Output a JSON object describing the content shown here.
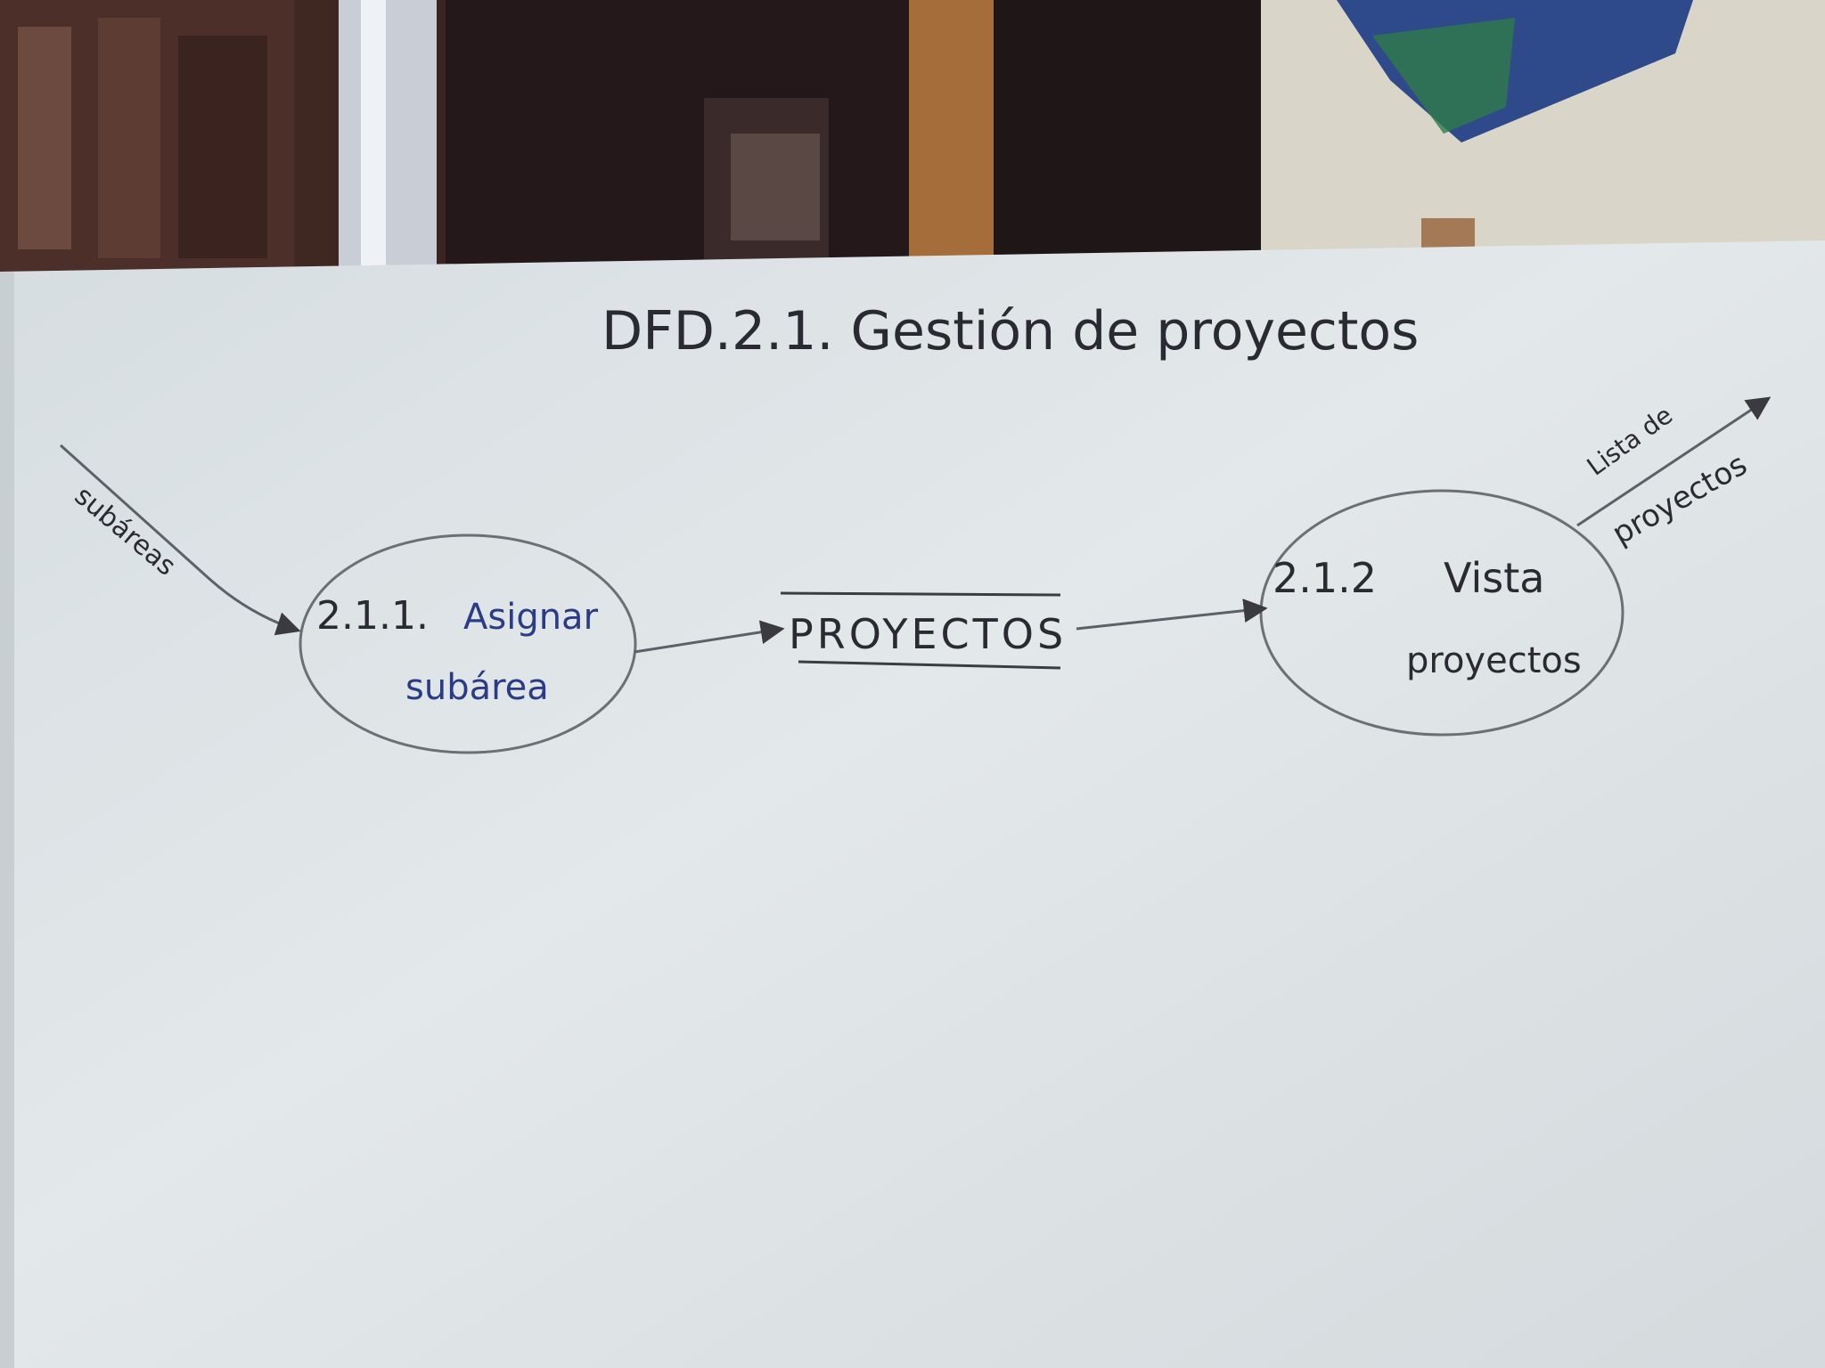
{
  "diagram": {
    "title": "DFD.2.1. Gestión de proyectos",
    "processes": [
      {
        "number": "2.1.1.",
        "line1": "Asignar",
        "line2": "subárea"
      },
      {
        "number": "2.1.2",
        "line1": "Vista",
        "line2": "proyectos"
      }
    ],
    "data_store": {
      "label": "PROYECTOS"
    },
    "flows": [
      {
        "label": "subáreas"
      },
      {
        "line1": "Lista de",
        "line2": "proyectos"
      }
    ]
  },
  "colors": {
    "whiteboard": "#dde3e6",
    "marker_black": "#2a2a32",
    "marker_blue": "#2a3c86",
    "background_wood": "#3a2520"
  }
}
